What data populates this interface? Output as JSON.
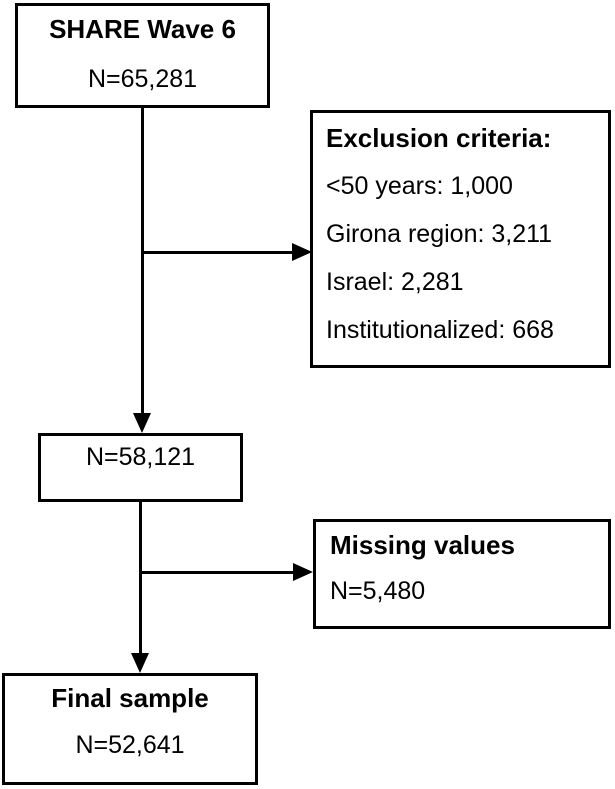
{
  "figure": {
    "type": "flowchart",
    "background_color": "#ffffff",
    "line_color": "#000000",
    "text_color": "#000000",
    "boxes": {
      "start": {
        "title": "SHARE Wave 6",
        "count": "N=65,281"
      },
      "exclusion": {
        "title": "Exclusion criteria:",
        "items": [
          "<50 years: 1,000",
          "Girona region: 3,211",
          "Israel: 2,281",
          "Institutionalized: 668"
        ]
      },
      "after_exclusion": {
        "count": "N=58,121"
      },
      "missing": {
        "title": "Missing values",
        "count": "N=5,480"
      },
      "final": {
        "title": "Final sample",
        "count": "N=52,641"
      }
    }
  }
}
